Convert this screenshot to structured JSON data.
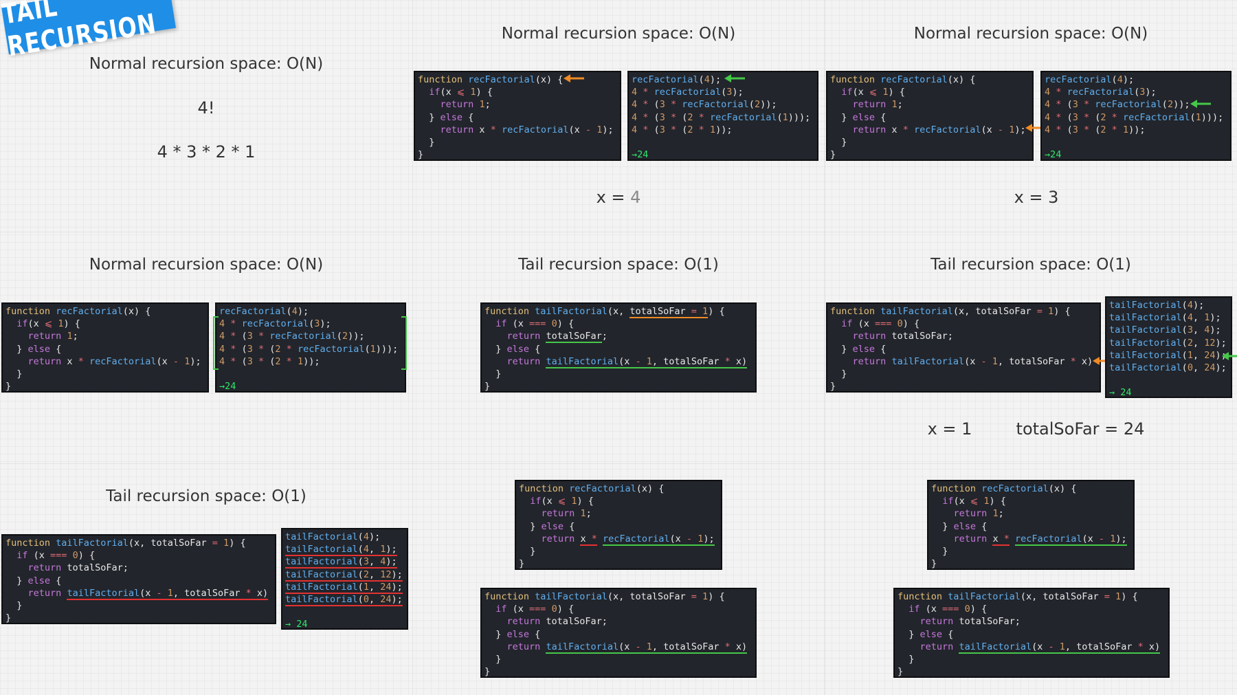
{
  "badge": "TAIL RECURSION",
  "headers": {
    "normal": "Normal recursion space: O(N)",
    "tail": "Tail recursion space: O(1)"
  },
  "intro": {
    "fact": "4!",
    "expansion": "4 * 3 * 2 * 1"
  },
  "notes": {
    "x_eq": "x = ",
    "x4": "4",
    "x3": "x = 3",
    "x1": "x = 1",
    "total": "totalSoFar = 24"
  },
  "result": "→24",
  "result_spaced": "→ 24",
  "colors": {
    "badge": "#1f8ee6",
    "code_bg": "#22252b",
    "arrow_green": "#45c84a",
    "arrow_orange": "#f08a24",
    "underline_red": "#e43232"
  }
}
